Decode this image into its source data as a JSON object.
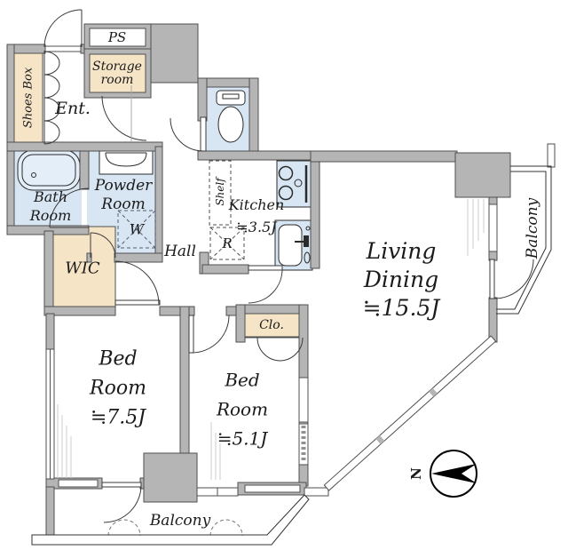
{
  "rooms": {
    "entrance": {
      "label": "Ent."
    },
    "shoes_box": {
      "label": "Shoes Box"
    },
    "pipe_space": {
      "label": "PS"
    },
    "storage_room": {
      "lines": [
        "Storage",
        "room"
      ]
    },
    "bath_room": {
      "lines": [
        "Bath",
        "Room"
      ]
    },
    "powder_room": {
      "lines": [
        "Powder",
        "Room"
      ]
    },
    "wic": {
      "label": "WIC"
    },
    "hall": {
      "label": "Hall"
    },
    "kitchen": {
      "label": "Kitchen",
      "area": "≒3.5J"
    },
    "living_dining": {
      "lines": [
        "Living",
        "Dining"
      ],
      "area": "≒15.5J"
    },
    "closet": {
      "label": "Clo."
    },
    "bedroom_main": {
      "lines": [
        "Bed",
        "Room"
      ],
      "area": "≒7.5J"
    },
    "bedroom_second": {
      "lines": [
        "Bed",
        "Room"
      ],
      "area": "≒5.1J"
    },
    "balcony_side": {
      "label": "Balcony"
    },
    "balcony_bottom": {
      "label": "Balcony"
    }
  },
  "fixtures": {
    "washing_machine": {
      "label": "W"
    },
    "refrigerator": {
      "label": "R"
    },
    "shelf": {
      "label": "Shelf"
    }
  },
  "compass": {
    "label": "N"
  },
  "colors": {
    "wall": "#b5b5b5",
    "wall_line": "#4f4f4f",
    "wet_area": "#d8e6f3",
    "storage_area": "#f6e4c6",
    "text": "#1b1b1b"
  }
}
